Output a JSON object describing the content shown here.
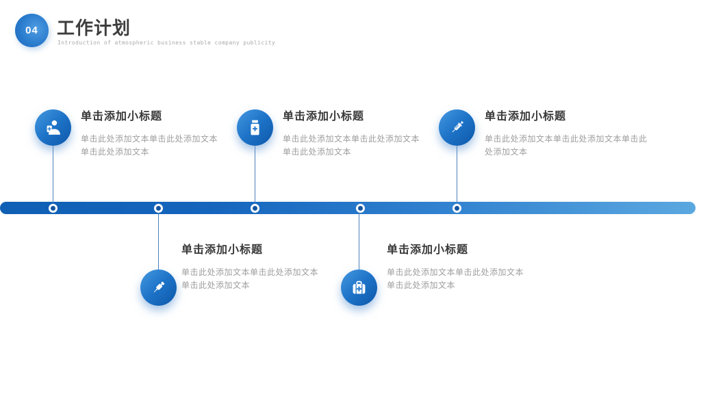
{
  "header": {
    "number": "04",
    "title": "工作计划",
    "subtitle": "Introduction of atmospheric business stable company publicity"
  },
  "colors": {
    "accent_dark": "#0f5fb4",
    "accent_light": "#5ba8e0",
    "circle_gradient_start": "#4598e0",
    "circle_gradient_end": "#0d57a9",
    "title_text": "#383838",
    "body_text": "#9e9e9e",
    "connector_line": "#4d7fbd"
  },
  "timeline": {
    "node_count": 5
  },
  "items": [
    {
      "icon": "doctor-icon",
      "position": "above",
      "title": "单击添加小标题",
      "body": "单击此处添加文本单击此处添加文本单击此处添加文本"
    },
    {
      "icon": "medicine-bottle-icon",
      "position": "above",
      "title": "单击添加小标题",
      "body": "单击此处添加文本单击此处添加文本单击此处添加文本"
    },
    {
      "icon": "syringe-icon",
      "position": "above",
      "title": "单击添加小标题",
      "body": "单击此处添加文本单击此处添加文本单击此处添加文本"
    },
    {
      "icon": "injection-icon",
      "position": "below",
      "title": "单击添加小标题",
      "body": "单击此处添加文本单击此处添加文本单击此处添加文本"
    },
    {
      "icon": "first-aid-kit-icon",
      "position": "below",
      "title": "单击添加小标题",
      "body": "单击此处添加文本单击此处添加文本单击此处添加文本"
    }
  ]
}
